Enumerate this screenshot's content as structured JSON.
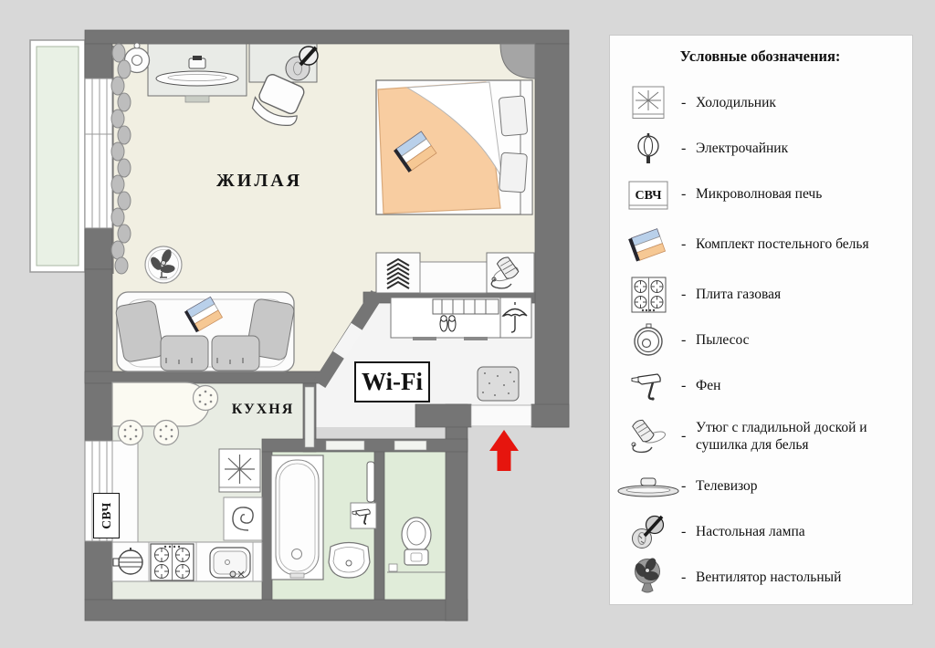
{
  "plan": {
    "living_label": "ЖИЛАЯ",
    "kitchen_label": "КУХНЯ",
    "wifi_label": "Wi-Fi",
    "microwave_label": "СВЧ"
  },
  "legend": {
    "title": "Условные обозначения:",
    "dash": "-",
    "microwave_icon_text": "СВЧ",
    "items": [
      {
        "label": "Холодильник"
      },
      {
        "label": "Электрочайник"
      },
      {
        "label": "Микроволновая печь"
      },
      {
        "label": "Комплект постельного белья"
      },
      {
        "label": "Плита газовая"
      },
      {
        "label": "Пылесос"
      },
      {
        "label": "Фен"
      },
      {
        "label": "Утюг с гладильной доской и сушилка для белья"
      },
      {
        "label": "Телевизор"
      },
      {
        "label": "Настольная лампа"
      },
      {
        "label": "Вентилятор настольный"
      }
    ]
  },
  "colors": {
    "background": "#d8d8d8",
    "wall": "#757575",
    "living_floor": "#f1efe2",
    "kitchen_floor": "#e8ece3",
    "bathroom_floor": "#e0ecd9",
    "hallway_floor": "#f4f4f4",
    "balcony_floor": "#e9f1e5",
    "blanket": "#f8cda1",
    "entrance_arrow": "#e6150e"
  }
}
